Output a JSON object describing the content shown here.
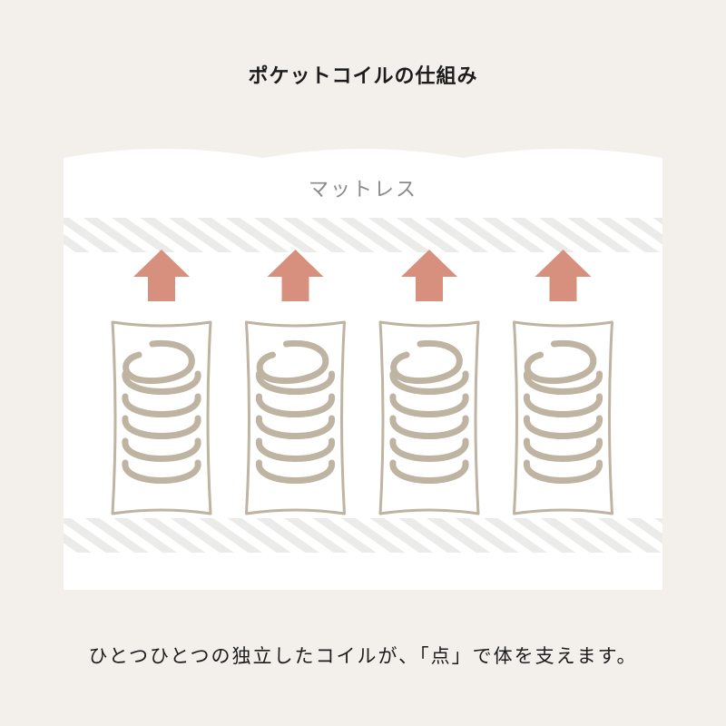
{
  "title": "ポケットコイルの仕組み",
  "mattress_label": "マットレス",
  "caption": "ひとつひとつの独立したコイルが、「点」で体を支えます。",
  "colors": {
    "background": "#f3f0eb",
    "mattress": "#ffffff",
    "stripe": "#ebebea",
    "arrow": "#d8907e",
    "coil": "#bfb3a1"
  },
  "coil_count": 4
}
